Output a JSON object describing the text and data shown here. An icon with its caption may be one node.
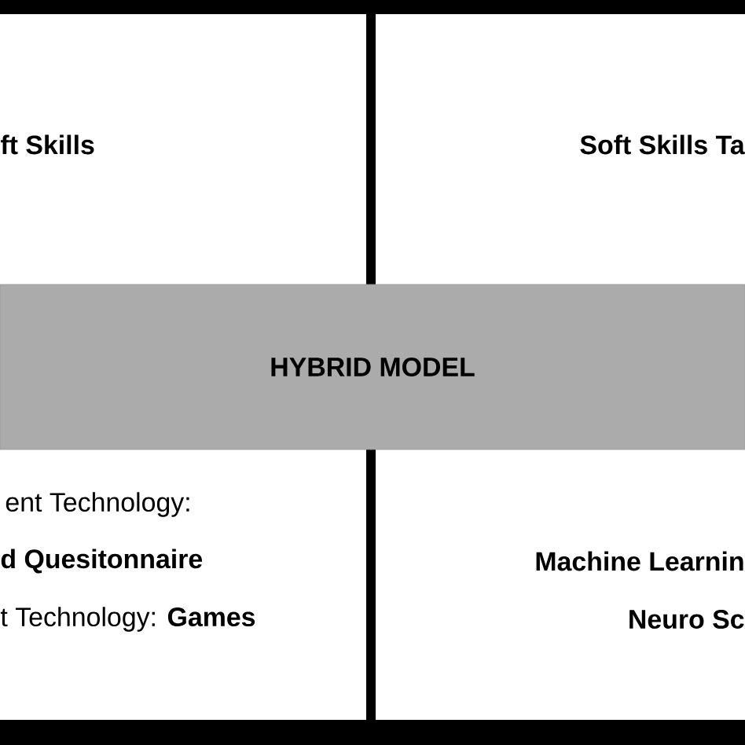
{
  "diagram": {
    "nodes": [
      {
        "text": [
          "HYBRID MODEL"
        ]
      }
    ],
    "labels": [
      "ft Skills",
      "Soft Skills Ta",
      "ent Technology:",
      "d Quesitonnaire",
      "t Technology: **Games**",
      "Machine Learnin",
      "Neuro Sc"
    ]
  }
}
